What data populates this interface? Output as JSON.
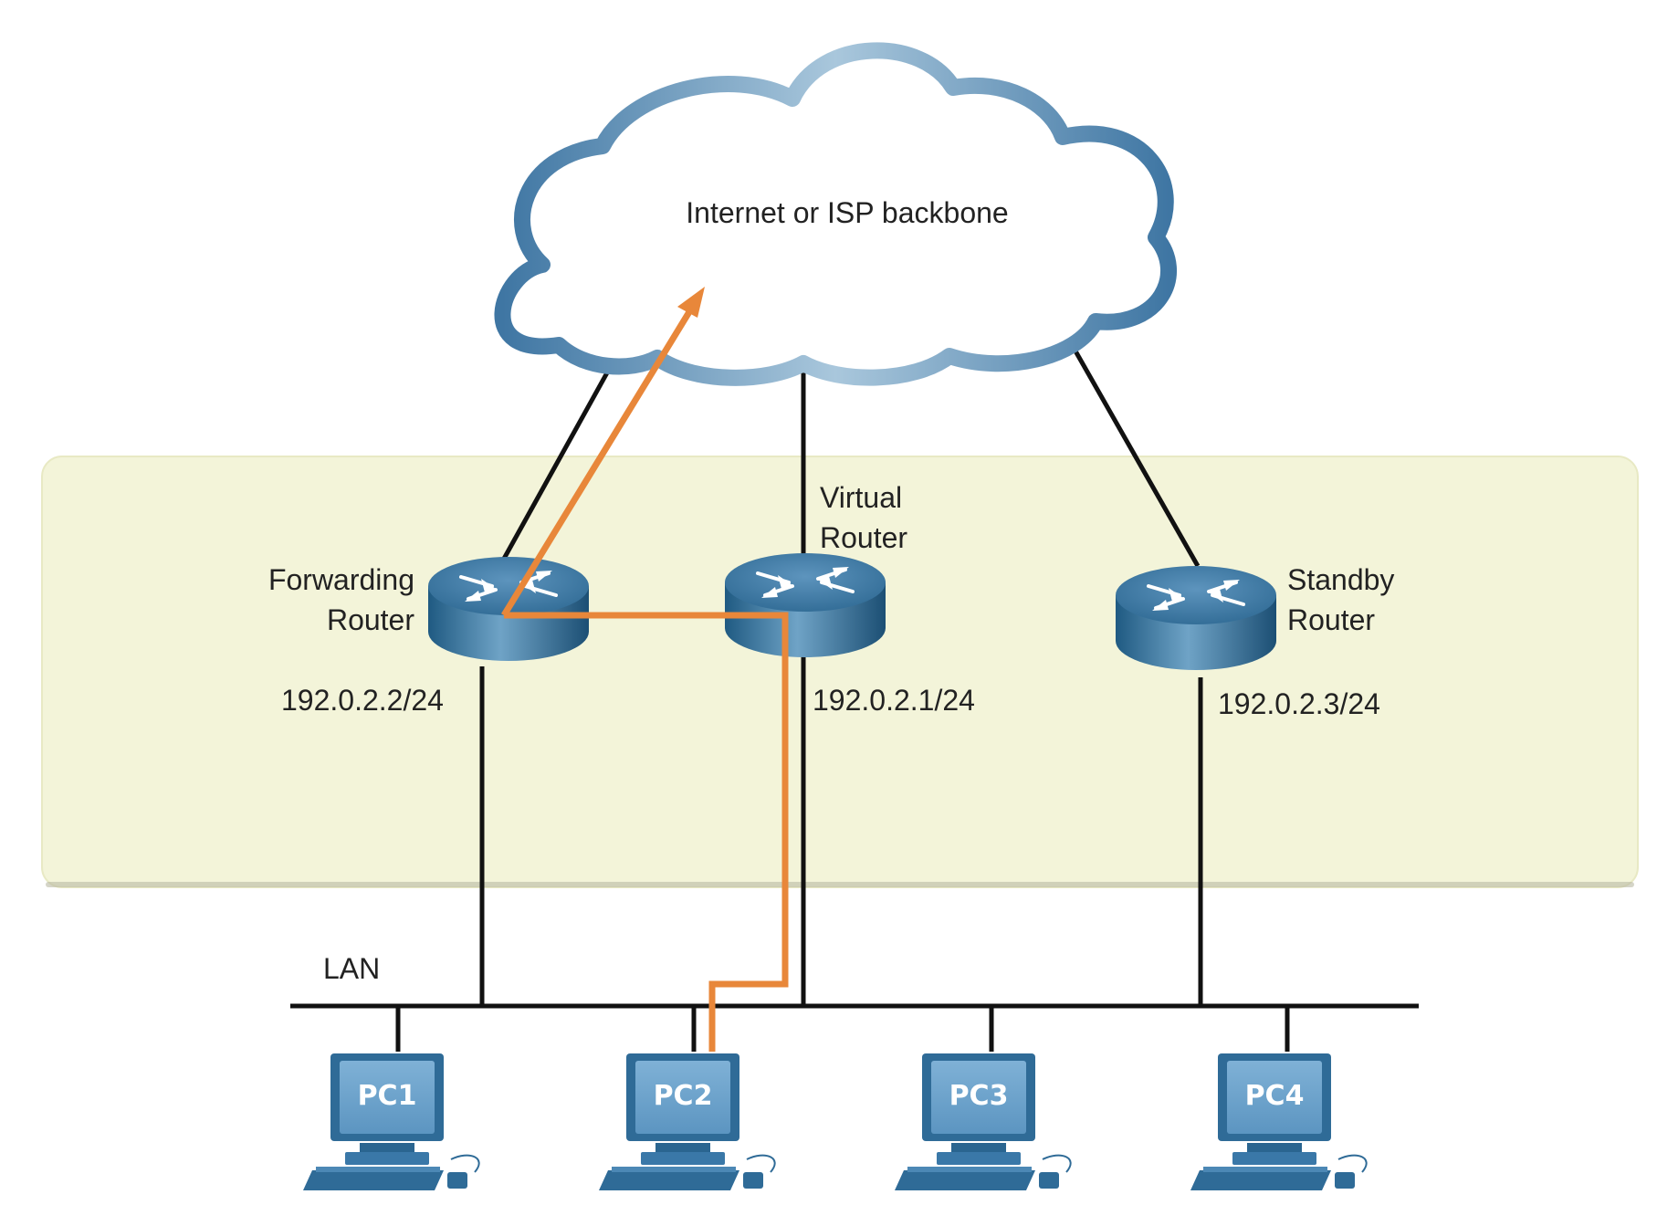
{
  "cloud": {
    "label": "Internet or ISP backbone"
  },
  "routers": {
    "forwarding": {
      "name_line1": "Forwarding",
      "name_line2": "Router",
      "ip": "192.0.2.2/24"
    },
    "virtual": {
      "name_line1": "Virtual",
      "name_line2": "Router",
      "ip": "192.0.2.1/24"
    },
    "standby": {
      "name_line1": "Standby",
      "name_line2": "Router",
      "ip": "192.0.2.3/24"
    }
  },
  "lan": {
    "label": "LAN"
  },
  "pcs": [
    "PC1",
    "PC2",
    "PC3",
    "PC4"
  ],
  "colors": {
    "traffic_path": "#e8873a",
    "zone_fill": "#f3f4d9",
    "router_blue": "#2f6f99",
    "pc_blue": "#3a78a8",
    "cloud_outline": "#4f83ab"
  },
  "icons": {
    "router": "router-icon",
    "pc": "pc-icon",
    "cloud": "cloud-icon"
  }
}
